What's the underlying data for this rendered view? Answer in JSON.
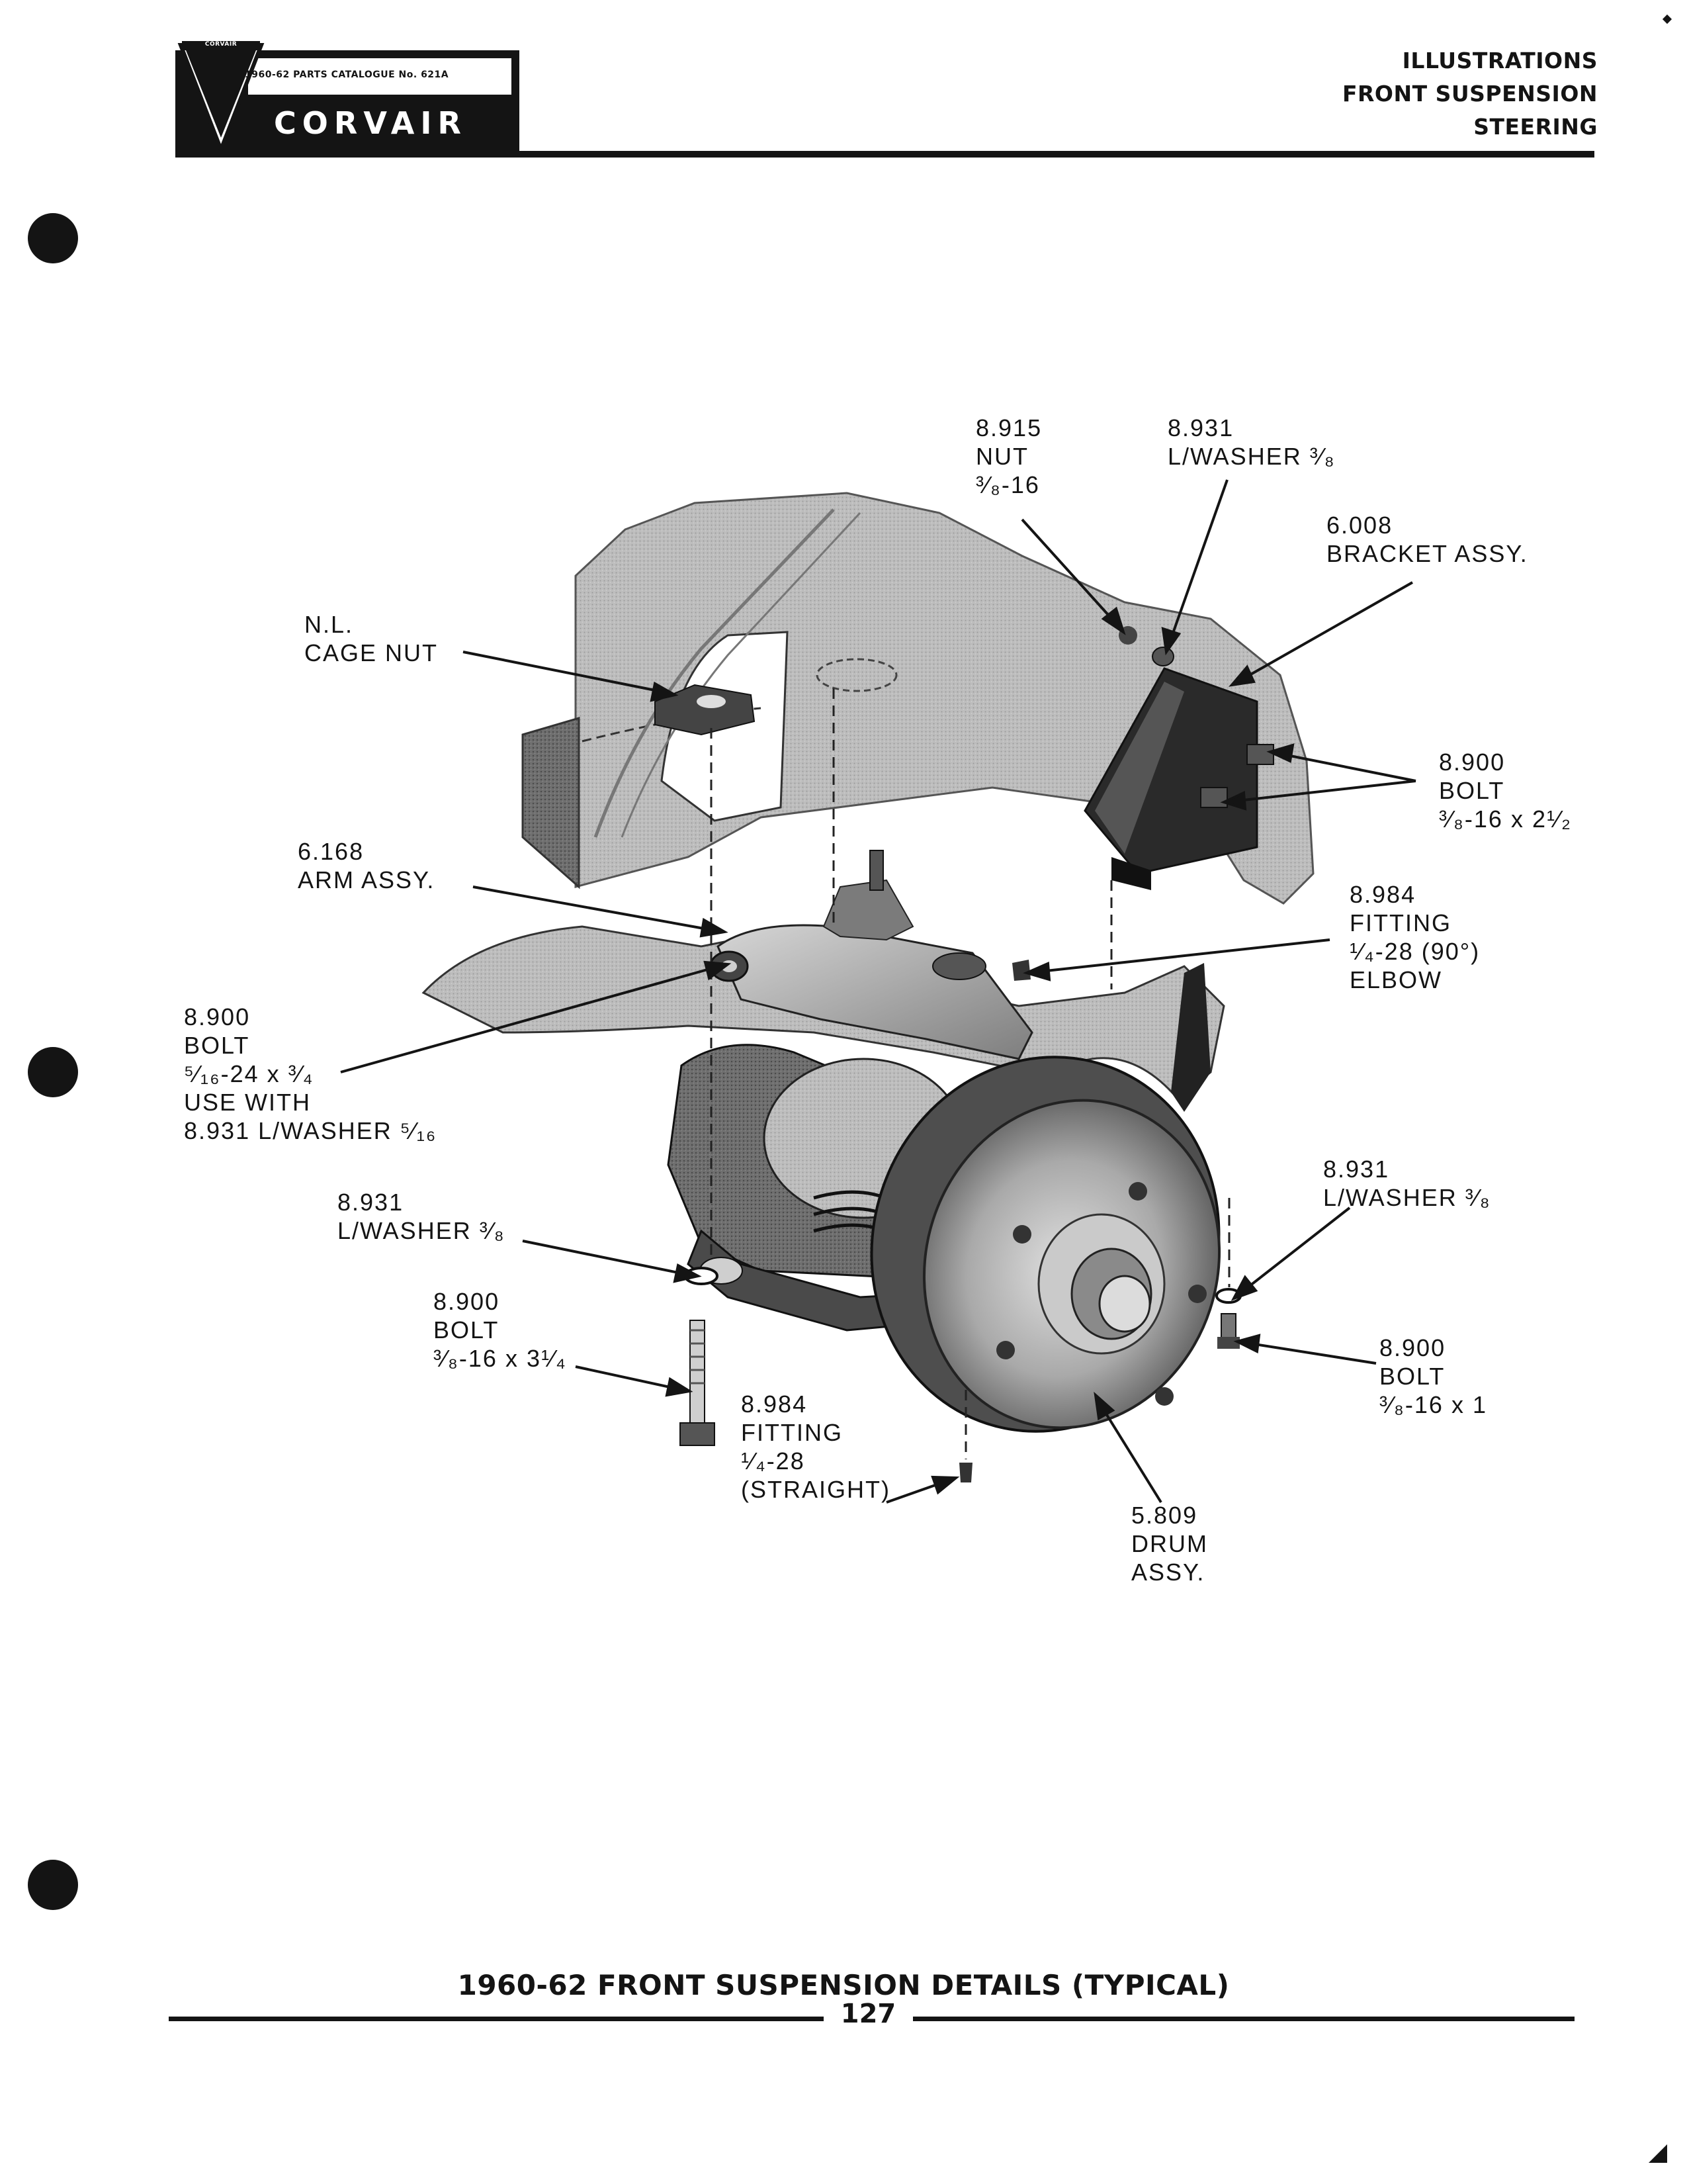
{
  "header": {
    "logo_top": "CORVAIR",
    "catalogue_line": "1960-62 PARTS CATALOGUE No. 621A",
    "brand": "CORVAIR",
    "sections": [
      "ILLUSTRATIONS",
      "FRONT SUSPENSION",
      "STEERING"
    ]
  },
  "callouts": {
    "nut_8915": [
      "8.915",
      "NUT",
      "³⁄₈-16"
    ],
    "washer_8931_top": [
      "8.931",
      "L/WASHER ³⁄₈"
    ],
    "bracket_6008": [
      "6.008",
      "BRACKET ASSY."
    ],
    "cage_nut": [
      "N.L.",
      "CAGE NUT"
    ],
    "bolt_8900_right_top": [
      "8.900",
      "BOLT",
      "³⁄₈-16 x 2¹⁄₂"
    ],
    "arm_6168": [
      "6.168",
      "ARM ASSY."
    ],
    "fitting_8984_elbow": [
      "8.984",
      "FITTING",
      "¹⁄₄-28 (90°)",
      "ELBOW"
    ],
    "bolt_8900_left": [
      "8.900",
      "BOLT",
      "⁵⁄₁₆-24 x ³⁄₄",
      "USE WITH",
      "8.931 L/WASHER ⁵⁄₁₆"
    ],
    "washer_8931_right": [
      "8.931",
      "L/WASHER ³⁄₈"
    ],
    "washer_8931_left": [
      "8.931",
      "L/WASHER ³⁄₈"
    ],
    "bolt_8900_lower_left": [
      "8.900",
      "BOLT",
      "³⁄₈-16 x 3¹⁄₄"
    ],
    "bolt_8900_lower_right": [
      "8.900",
      "BOLT",
      "³⁄₈-16 x 1"
    ],
    "fitting_8984_straight": [
      "8.984",
      "FITTING",
      "¹⁄₄-28",
      "(STRAIGHT)"
    ],
    "drum_5809": [
      "5.809",
      "DRUM",
      "ASSY."
    ]
  },
  "footer": {
    "caption": "1960-62 FRONT SUSPENSION DETAILS (TYPICAL)",
    "page_number": "127"
  }
}
